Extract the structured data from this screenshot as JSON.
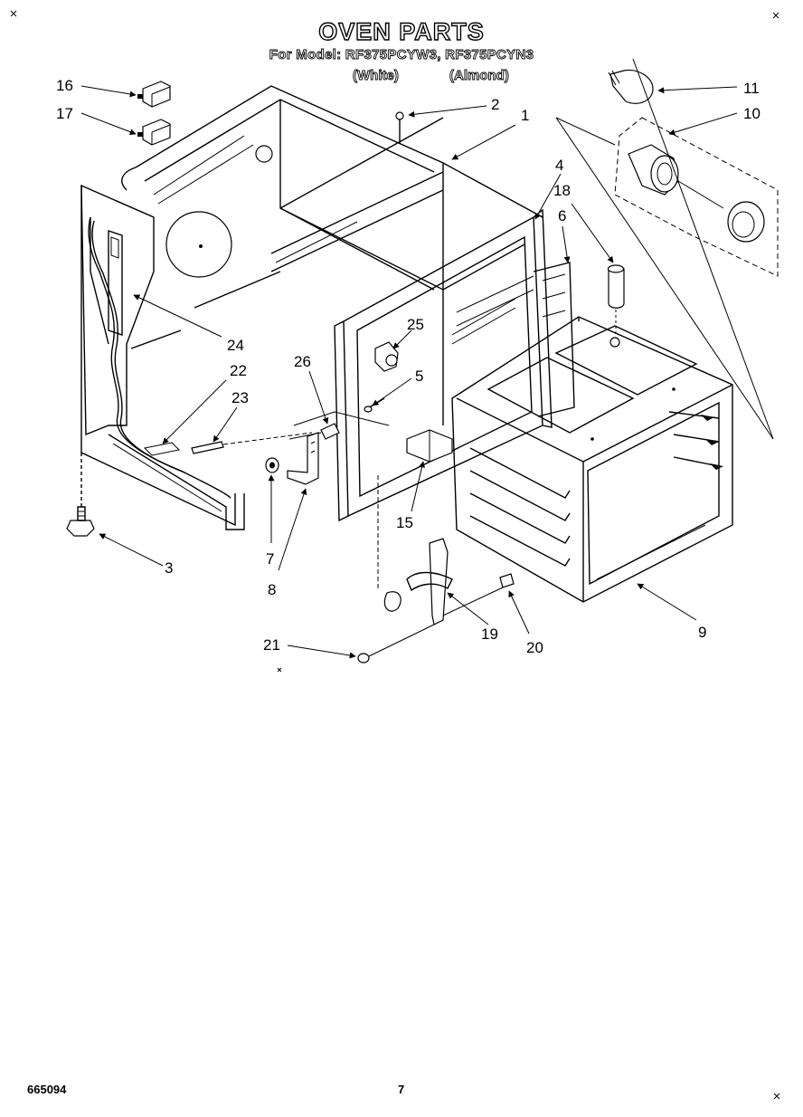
{
  "header": {
    "title": "OVEN PARTS",
    "model_line": "For Model: RF375PCYW3, RF375PCYN3",
    "variant_white": "(White)",
    "variant_almond": "(Almond)"
  },
  "footer": {
    "part_number": "665094",
    "page_number": "7"
  },
  "callouts": [
    "1",
    "2",
    "3",
    "4",
    "5",
    "6",
    "7",
    "8",
    "9",
    "10",
    "11",
    "15",
    "16",
    "17",
    "18",
    "19",
    "20",
    "21",
    "22",
    "23",
    "24",
    "25",
    "26"
  ]
}
